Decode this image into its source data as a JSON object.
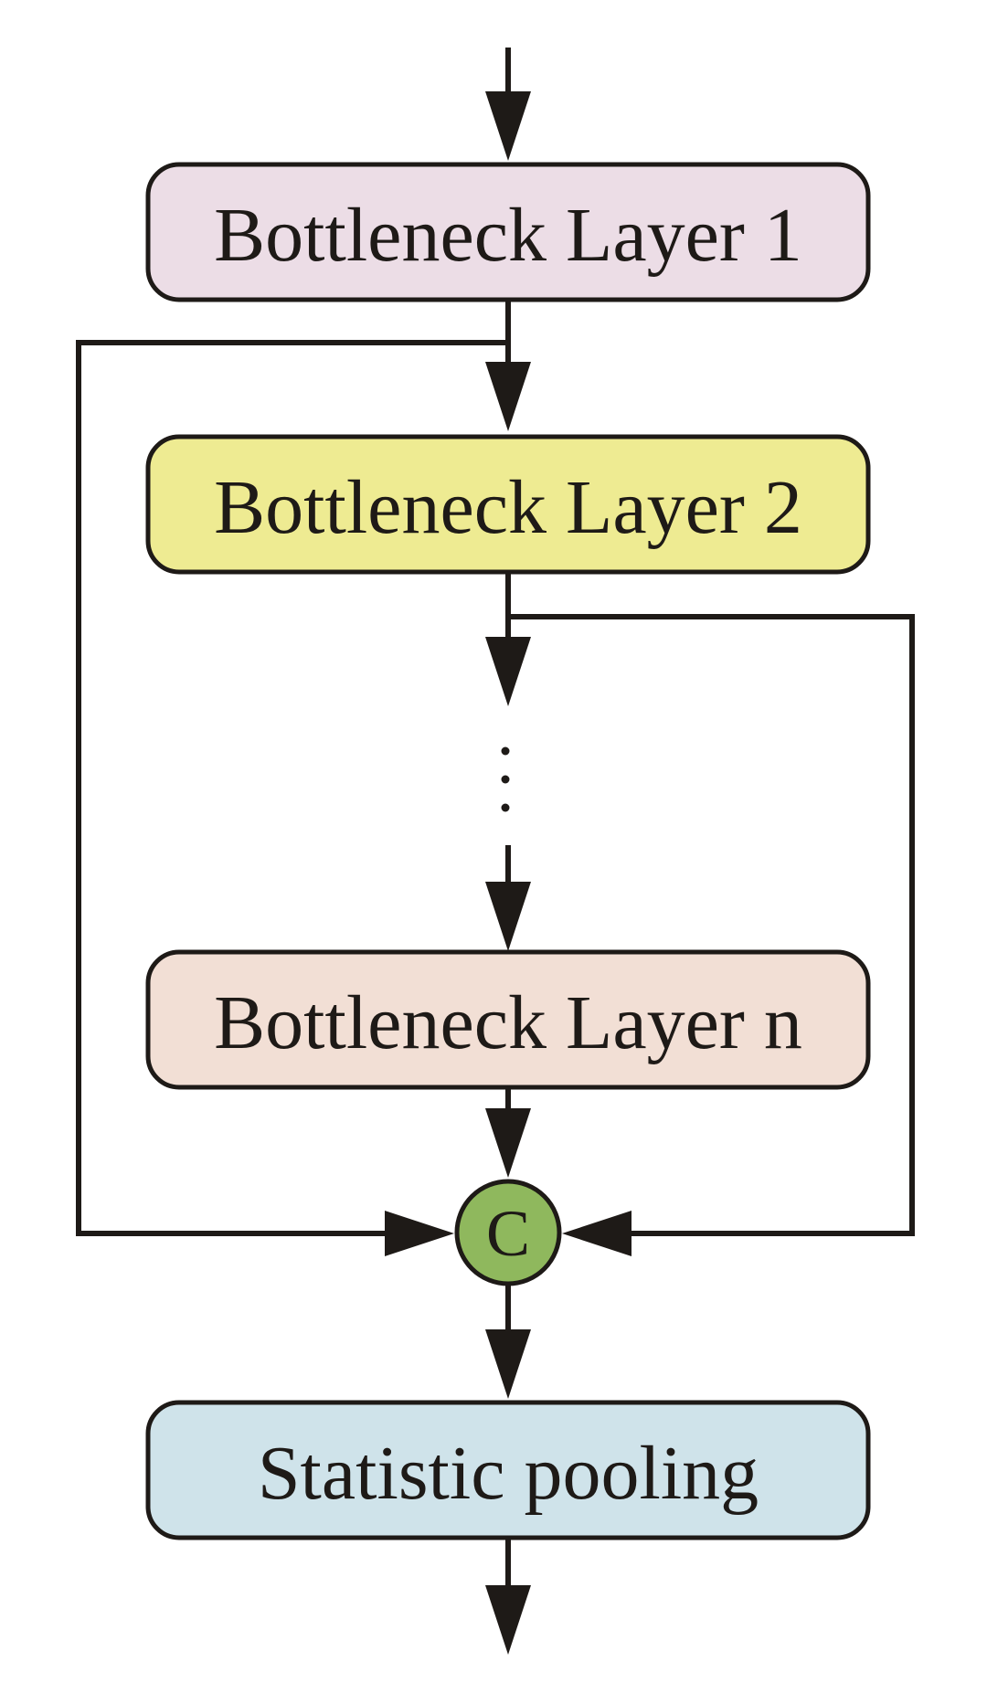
{
  "nodes": {
    "layer1": {
      "label": "Bottleneck Layer 1",
      "fill": "#ecdde6"
    },
    "layer2": {
      "label": "Bottleneck Layer 2",
      "fill": "#eeeb92"
    },
    "layerN": {
      "label": "Bottleneck Layer n",
      "fill": "#f2dfd5"
    },
    "pooling": {
      "label": "Statistic pooling",
      "fill": "#cfe3ea"
    }
  },
  "concat": {
    "label": "C",
    "fill": "#8fb85d"
  },
  "ellipsis_icon": "vertical-ellipsis-icon"
}
